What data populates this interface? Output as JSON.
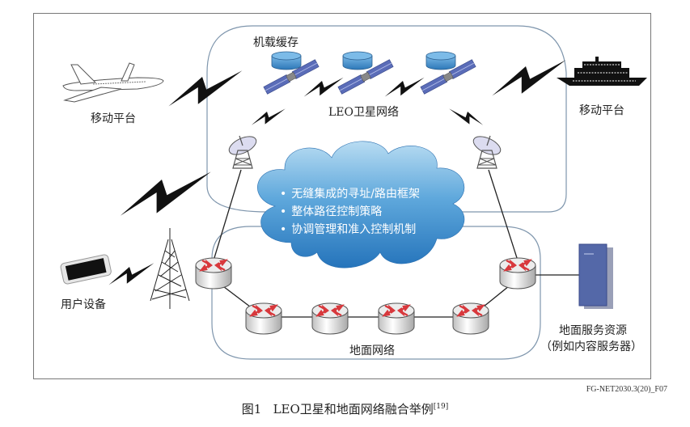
{
  "labels": {
    "onboard_cache": "机载缓存",
    "leo_network": "LEO卫星网络",
    "mobile_platform_left": "移动平台",
    "mobile_platform_right": "移动平台",
    "user_device": "用户设备",
    "ground_network": "地面网络",
    "ground_service_line1": "地面服务资源",
    "ground_service_line2": "（例如内容服务器）"
  },
  "cloud_bullets": [
    "无缝集成的寻址/路由框架",
    "整体路径控制策略",
    "协调管理和准入控制机制"
  ],
  "figure_ref": "FG-NET2030.3(20)_F07",
  "caption": {
    "number": "图1",
    "text": "LEO卫星和地面网络融合举例",
    "citation": "[19]"
  },
  "icons": [
    "airplane-icon",
    "ship-icon",
    "satellite-icon",
    "storage-cylinder-icon",
    "dish-antenna-icon",
    "cell-tower-icon",
    "tablet-icon",
    "router-icon",
    "server-icon",
    "wireless-link-icon",
    "cloud-icon"
  ],
  "colors": {
    "cloud_top": "#a9d4ee",
    "cloud_bottom": "#2a7cbf",
    "router_arrow": "#d8383c",
    "server": "#5468a8",
    "satellite_panel": "#5a6cb8",
    "cache": "#3d8cc9",
    "region_border": "#7f96ad"
  }
}
